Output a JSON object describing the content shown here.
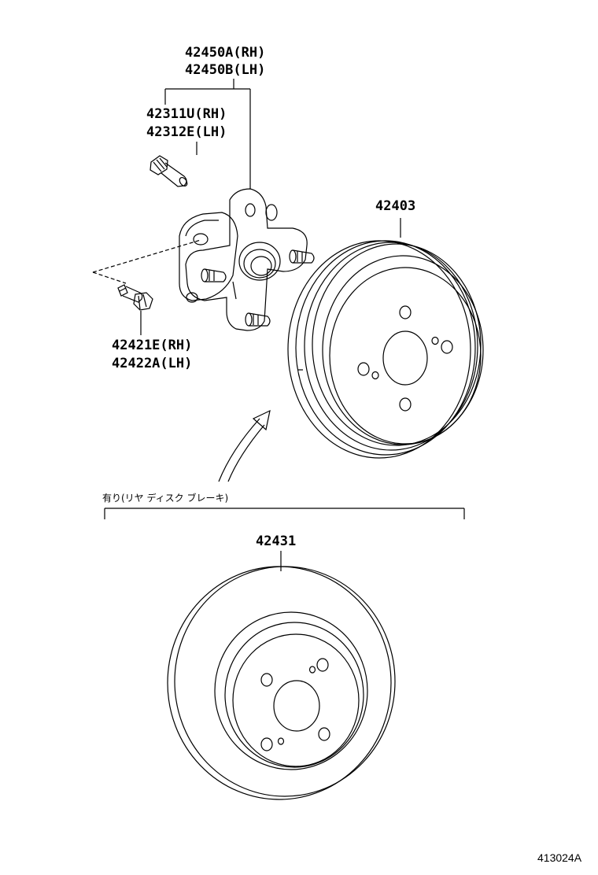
{
  "labels": {
    "hub_rh": "42450A(RH)",
    "hub_lh": "42450B(LH)",
    "bolt_rh": "42311U(RH)",
    "bolt_lh": "42312E(LH)",
    "drum": "42403",
    "mount_bolt_rh": "42421E(RH)",
    "mount_bolt_lh": "42422A(LH)",
    "disc": "42431"
  },
  "note": "有り(リヤ ディスク ブレーキ)",
  "figure_id": "413024A"
}
